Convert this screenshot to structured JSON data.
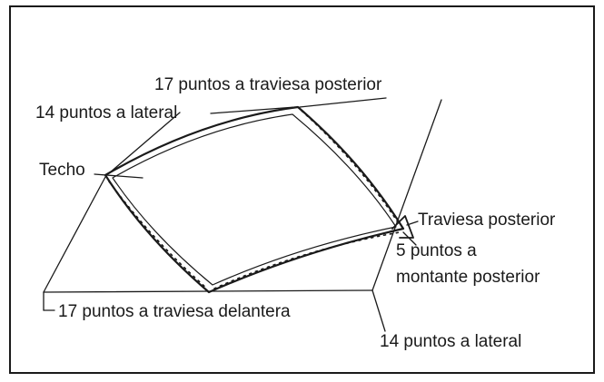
{
  "labels": {
    "top_rear": "17 puntos a traviesa posterior",
    "top_side": "14 puntos a lateral",
    "roof": "Techo",
    "rear_rail": "Traviesa posterior",
    "rear_pillar_line1": "5 puntos a",
    "rear_pillar_line2": "montante posterior",
    "front_rail": "17 puntos a traviesa delantera",
    "bottom_side": "14 puntos a lateral"
  }
}
